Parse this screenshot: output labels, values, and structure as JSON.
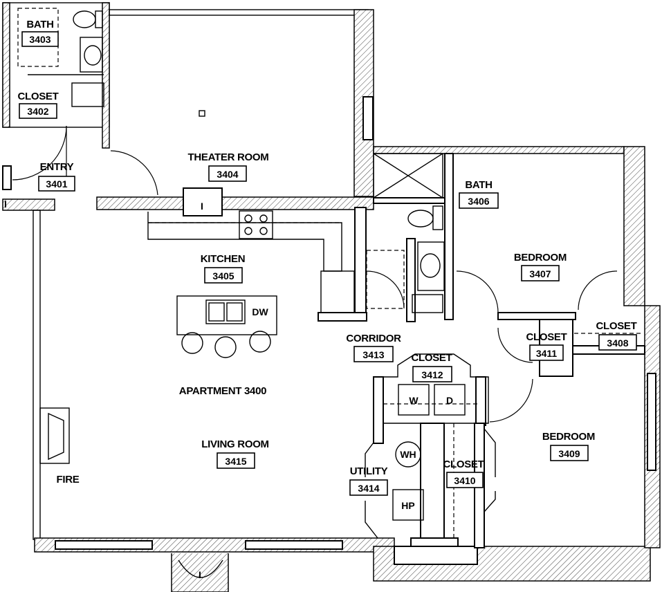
{
  "plan": {
    "apartment_label": "APARTMENT 3400",
    "fire_label": "FIRE",
    "rooms": {
      "bath_3403": {
        "name": "BATH",
        "number": "3403"
      },
      "closet_3402": {
        "name": "CLOSET",
        "number": "3402"
      },
      "entry_3401": {
        "name": "ENTRY",
        "number": "3401"
      },
      "theater_3404": {
        "name": "THEATER ROOM",
        "number": "3404"
      },
      "kitchen_3405": {
        "name": "KITCHEN",
        "number": "3405"
      },
      "bath_3406": {
        "name": "BATH",
        "number": "3406"
      },
      "bedroom_3407": {
        "name": "BEDROOM",
        "number": "3407"
      },
      "closet_3408": {
        "name": "CLOSET",
        "number": "3408"
      },
      "closet_3411": {
        "name": "CLOSET",
        "number": "3411"
      },
      "corridor_3413": {
        "name": "CORRIDOR",
        "number": "3413"
      },
      "closet_3412": {
        "name": "CLOSET",
        "number": "3412"
      },
      "bedroom_3409": {
        "name": "BEDROOM",
        "number": "3409"
      },
      "living_3415": {
        "name": "LIVING ROOM",
        "number": "3415"
      },
      "utility_3414": {
        "name": "UTILITY",
        "number": "3414"
      },
      "closet_3410": {
        "name": "CLOSET",
        "number": "3410"
      }
    },
    "appliances": {
      "dishwasher": "DW",
      "washer": "W",
      "dryer": "D",
      "water_heater": "WH",
      "heat_pump": "HP"
    },
    "column_marker": "I"
  }
}
